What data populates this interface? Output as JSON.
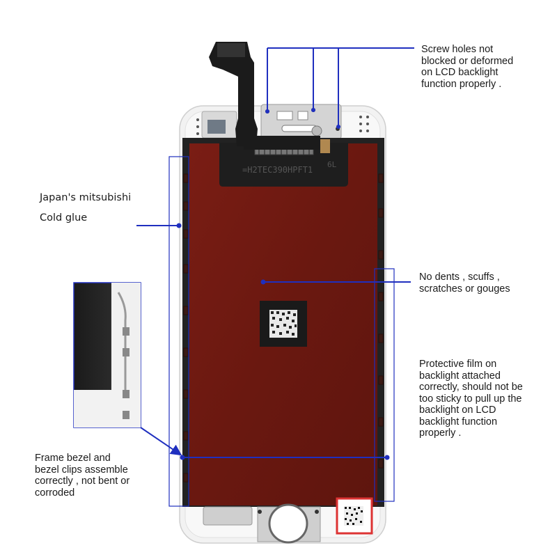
{
  "annotations": {
    "screw_holes": "Screw holes not\nblocked or deformed\non LCD backlight\nfunction properly .",
    "cold_glue": "Japan's mitsubishi\nCold glue",
    "no_dents": "No dents , scuffs ,\nscratches or gouges",
    "protective_film": "Protective film on\nbacklight attached\ncorrectly, should not be\ntoo sticky to pull up the\nbacklight on LCD\nbacklight function\nproperly .",
    "frame_bezel": "Frame bezel and\nbezel clips assemble\ncorrectly , not bent or\ncorroded"
  },
  "colors": {
    "annotation_line": "#1f2fbf",
    "backlight_red": "#6e1a12",
    "frame_white": "#f4f4f4",
    "dark_frame": "#2a2a2a",
    "flex_cable": "#1c1c1c"
  },
  "icons": [
    "flex-cable",
    "front-camera-bracket",
    "home-button-bracket",
    "qr-sticker"
  ]
}
